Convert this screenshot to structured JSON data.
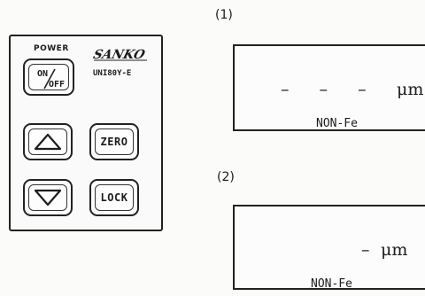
{
  "keypad": {
    "power_label": "POWER",
    "on_label": "ON",
    "off_label": "OFF",
    "brand": "SANKO",
    "model": "UNI80Y-E",
    "up_button": "up-arrow",
    "down_button": "down-arrow",
    "zero_label": "ZERO",
    "lock_label": "LOCK"
  },
  "displays": [
    {
      "number": "(1)",
      "reading": "– – –",
      "unit": "μm",
      "mode": "NON-Fe"
    },
    {
      "number": "(2)",
      "reading": "–",
      "unit": "μm",
      "mode": "NON-Fe"
    }
  ]
}
